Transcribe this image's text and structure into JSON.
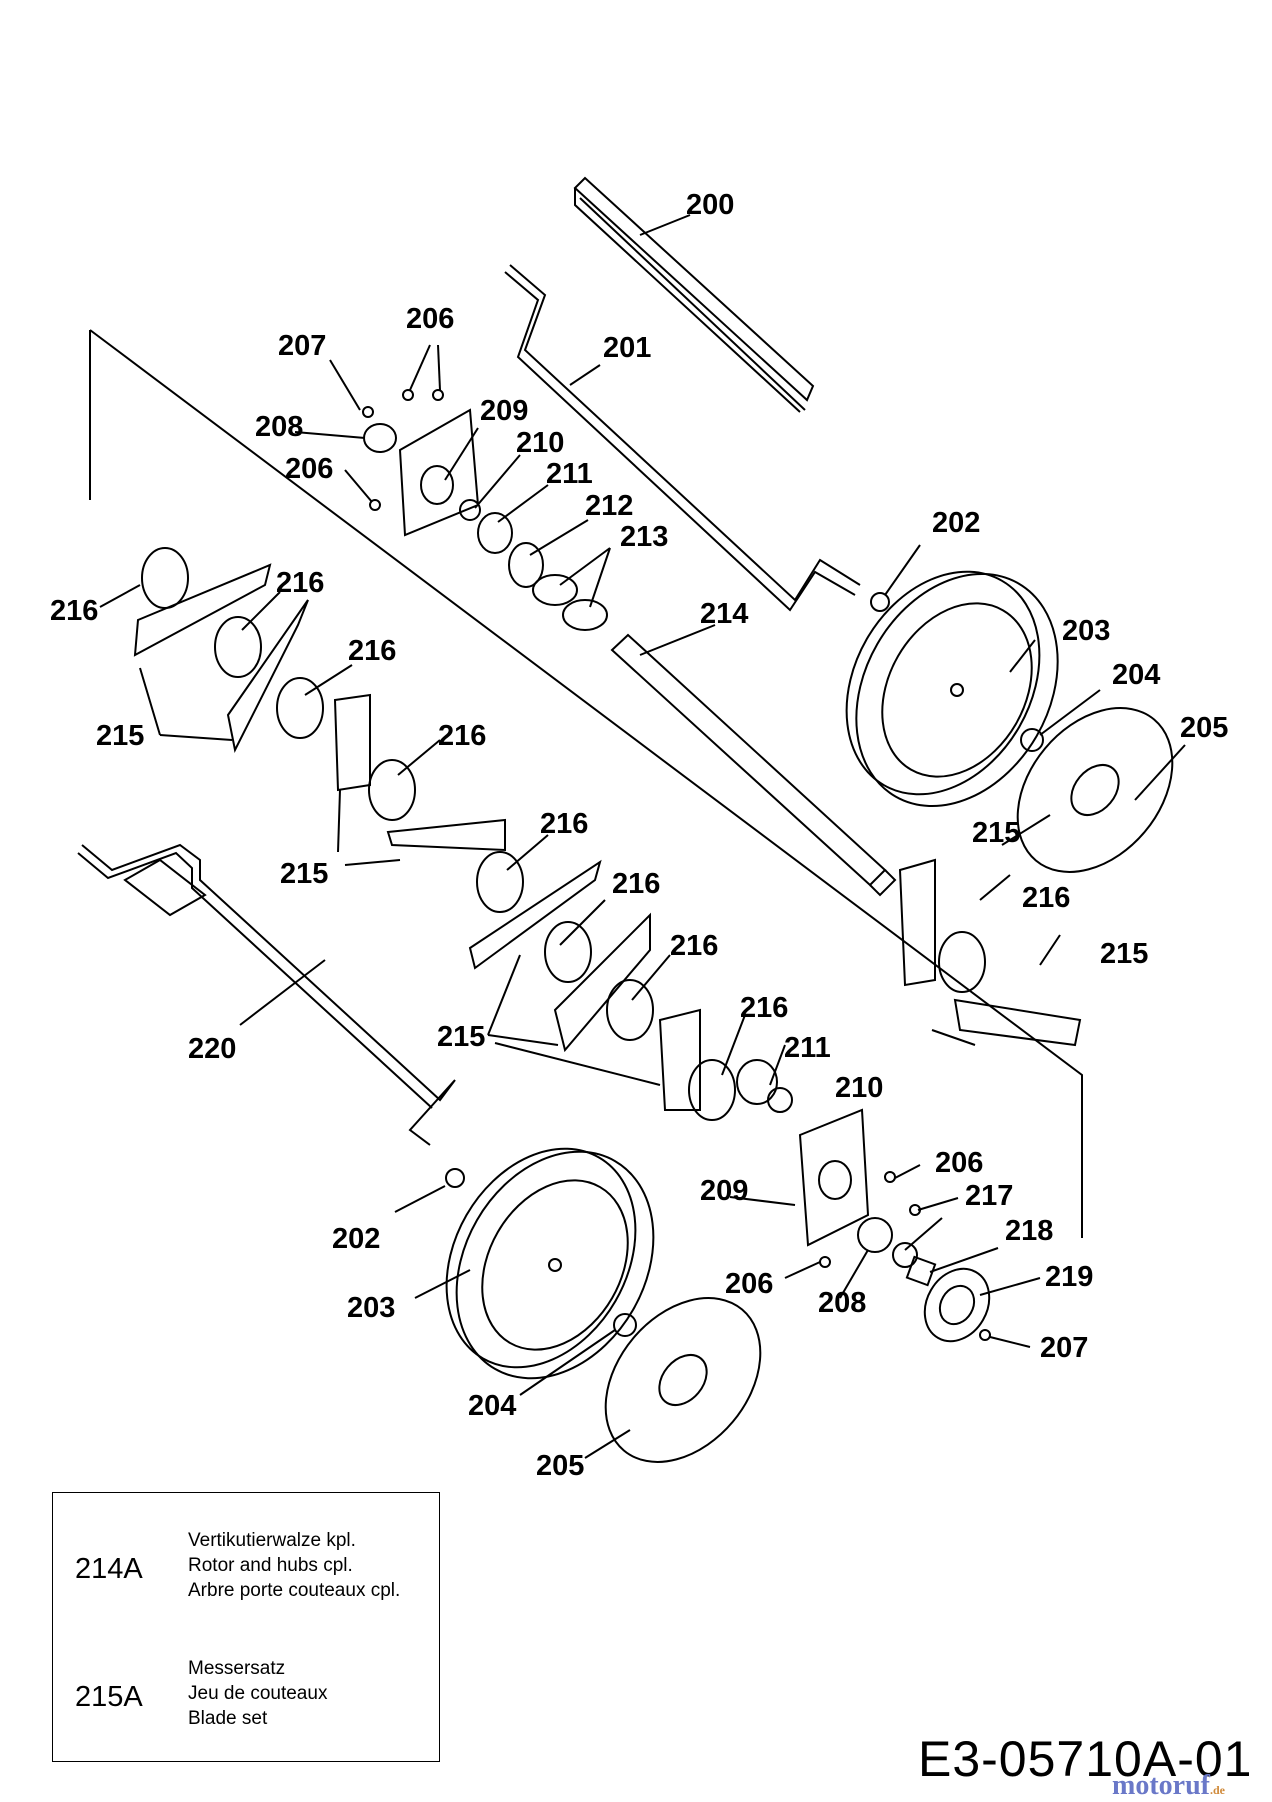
{
  "labels": [
    {
      "id": "200",
      "text": "200"
    },
    {
      "id": "201",
      "text": "201"
    },
    {
      "id": "202a",
      "text": "202"
    },
    {
      "id": "203a",
      "text": "203"
    },
    {
      "id": "204a",
      "text": "204"
    },
    {
      "id": "205a",
      "text": "205"
    },
    {
      "id": "206a",
      "text": "206"
    },
    {
      "id": "207a",
      "text": "207"
    },
    {
      "id": "208a",
      "text": "208"
    },
    {
      "id": "209a",
      "text": "209"
    },
    {
      "id": "206b",
      "text": "206"
    },
    {
      "id": "210a",
      "text": "210"
    },
    {
      "id": "211a",
      "text": "211"
    },
    {
      "id": "212",
      "text": "212"
    },
    {
      "id": "213",
      "text": "213"
    },
    {
      "id": "214",
      "text": "214"
    },
    {
      "id": "216a",
      "text": "216"
    },
    {
      "id": "216b",
      "text": "216"
    },
    {
      "id": "216c",
      "text": "216"
    },
    {
      "id": "216d",
      "text": "216"
    },
    {
      "id": "215a",
      "text": "215"
    },
    {
      "id": "215b",
      "text": "215"
    },
    {
      "id": "216e",
      "text": "216"
    },
    {
      "id": "216f",
      "text": "216"
    },
    {
      "id": "216g",
      "text": "216"
    },
    {
      "id": "215c",
      "text": "215"
    },
    {
      "id": "216h",
      "text": "216"
    },
    {
      "id": "215d",
      "text": "215"
    },
    {
      "id": "216i",
      "text": "216"
    },
    {
      "id": "215e",
      "text": "215"
    },
    {
      "id": "220",
      "text": "220"
    },
    {
      "id": "211b",
      "text": "211"
    },
    {
      "id": "210b",
      "text": "210"
    },
    {
      "id": "206c",
      "text": "206"
    },
    {
      "id": "209b",
      "text": "209"
    },
    {
      "id": "217",
      "text": "217"
    },
    {
      "id": "202b",
      "text": "202"
    },
    {
      "id": "218",
      "text": "218"
    },
    {
      "id": "219",
      "text": "219"
    },
    {
      "id": "206d",
      "text": "206"
    },
    {
      "id": "208b",
      "text": "208"
    },
    {
      "id": "203b",
      "text": "203"
    },
    {
      "id": "207b",
      "text": "207"
    },
    {
      "id": "204b",
      "text": "204"
    },
    {
      "id": "205b",
      "text": "205"
    }
  ],
  "legend": [
    {
      "code": "214A",
      "lines": [
        "Vertikutierwalze kpl.",
        "Rotor and hubs cpl.",
        "Arbre porte couteaux cpl."
      ]
    },
    {
      "code": "215A",
      "lines": [
        "Messersatz",
        "Jeu de couteaux",
        "Blade set"
      ]
    }
  ],
  "drawing_number": "E3-05710A-01",
  "watermark": {
    "brand": "motoruf",
    "suffix": ".de"
  }
}
